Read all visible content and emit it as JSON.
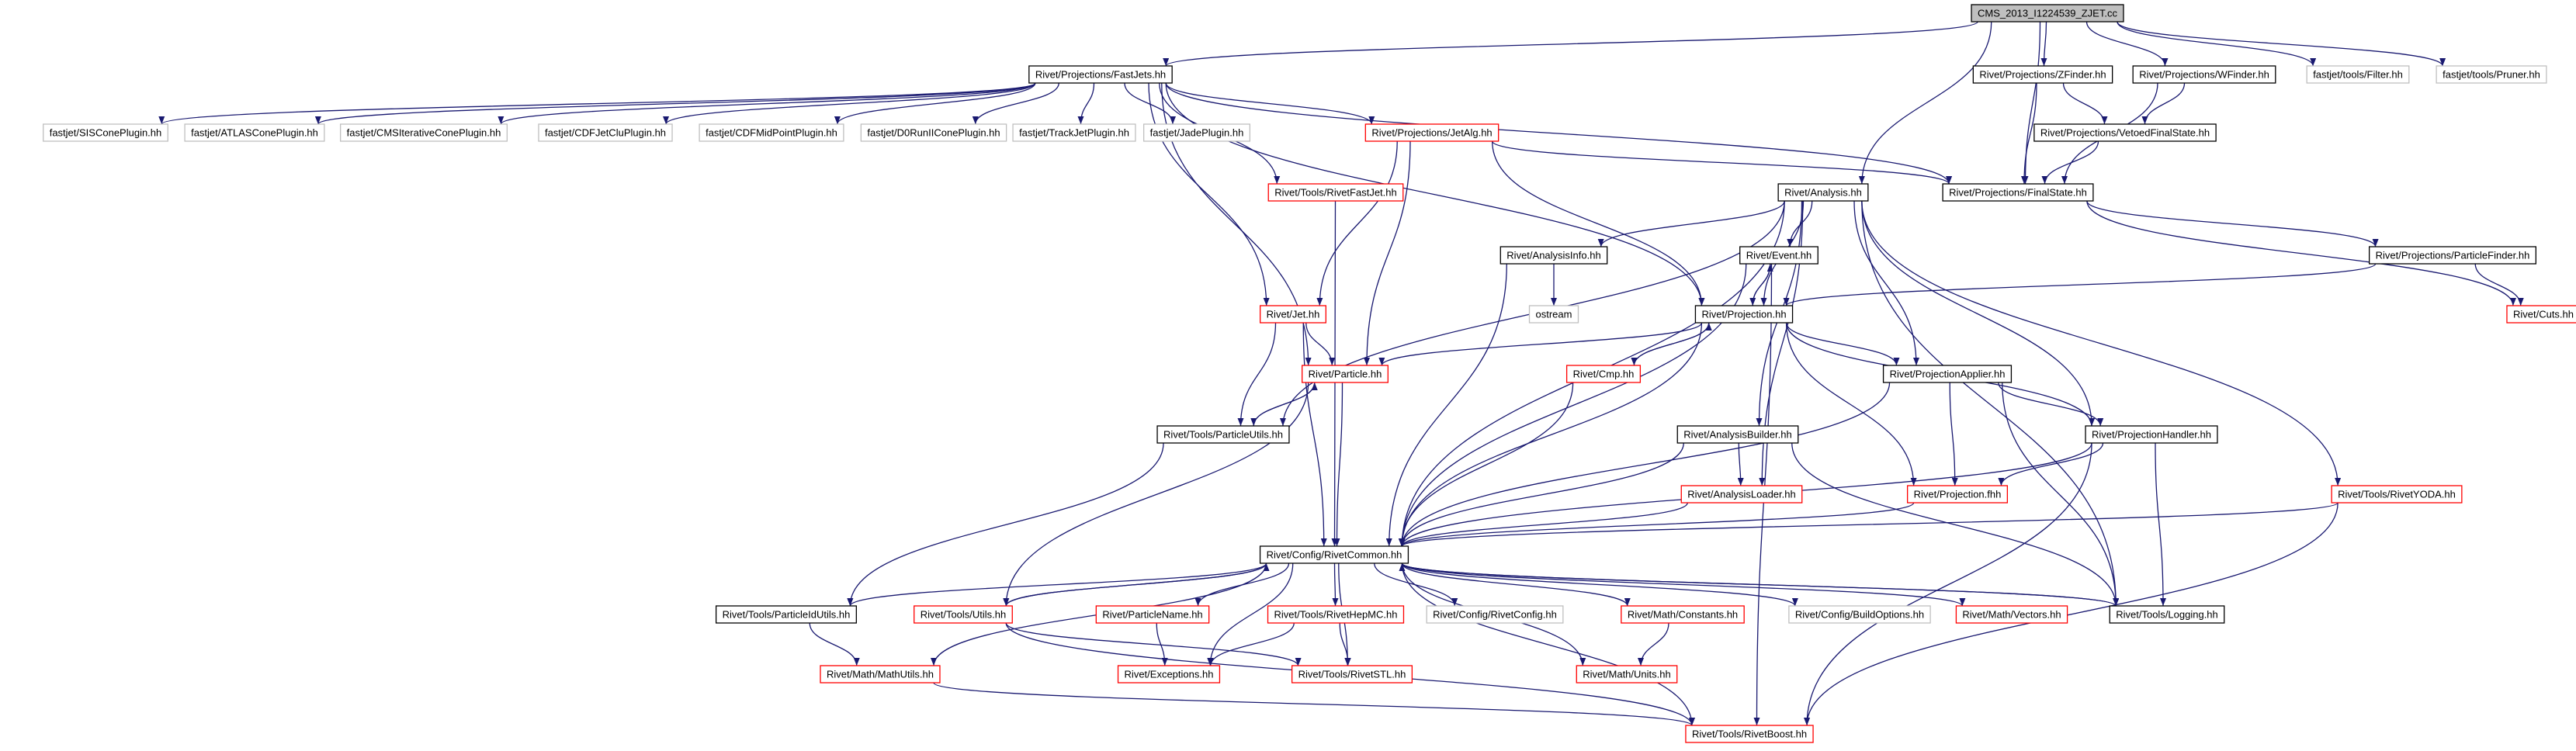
{
  "colors": {
    "edge": "#191970",
    "boxed": "#000000",
    "missing": "#bfbfbf",
    "red": "#ff0000",
    "root_fill": "#bfbfbf"
  },
  "nodes": [
    {
      "id": "root",
      "label": "CMS_2013_I1224539_ZJET.cc",
      "style": "root"
    },
    {
      "id": "fastjets",
      "label": "Rivet/Projections/FastJets.hh",
      "style": "black"
    },
    {
      "id": "zfinder",
      "label": "Rivet/Projections/ZFinder.hh",
      "style": "black"
    },
    {
      "id": "wfinder",
      "label": "Rivet/Projections/WFinder.hh",
      "style": "black"
    },
    {
      "id": "filter",
      "label": "fastjet/tools/Filter.hh",
      "style": "gray"
    },
    {
      "id": "pruner",
      "label": "fastjet/tools/Pruner.hh",
      "style": "gray"
    },
    {
      "id": "siscone",
      "label": "fastjet/SISConePlugin.hh",
      "style": "gray"
    },
    {
      "id": "atlascone",
      "label": "fastjet/ATLASConePlugin.hh",
      "style": "gray"
    },
    {
      "id": "cmsiter",
      "label": "fastjet/CMSIterativeConePlugin.hh",
      "style": "gray"
    },
    {
      "id": "cdfjetclu",
      "label": "fastjet/CDFJetCluPlugin.hh",
      "style": "gray"
    },
    {
      "id": "cdfmidpoint",
      "label": "fastjet/CDFMidPointPlugin.hh",
      "style": "gray"
    },
    {
      "id": "d0run2",
      "label": "fastjet/D0RunIIConePlugin.hh",
      "style": "gray"
    },
    {
      "id": "trackjet",
      "label": "fastjet/TrackJetPlugin.hh",
      "style": "gray"
    },
    {
      "id": "jade",
      "label": "fastjet/JadePlugin.hh",
      "style": "gray"
    },
    {
      "id": "jetalg",
      "label": "Rivet/Projections/JetAlg.hh",
      "style": "red"
    },
    {
      "id": "vetoedfs",
      "label": "Rivet/Projections/VetoedFinalState.hh",
      "style": "black"
    },
    {
      "id": "rivetfastjet",
      "label": "Rivet/Tools/RivetFastJet.hh",
      "style": "red"
    },
    {
      "id": "analysis",
      "label": "Rivet/Analysis.hh",
      "style": "black"
    },
    {
      "id": "finalstate",
      "label": "Rivet/Projections/FinalState.hh",
      "style": "black"
    },
    {
      "id": "event",
      "label": "Rivet/Event.hh",
      "style": "black"
    },
    {
      "id": "analysisinfo",
      "label": "Rivet/AnalysisInfo.hh",
      "style": "black"
    },
    {
      "id": "particlefinder",
      "label": "Rivet/Projections/ParticleFinder.hh",
      "style": "black"
    },
    {
      "id": "ostream",
      "label": "ostream",
      "style": "gray"
    },
    {
      "id": "jet",
      "label": "Rivet/Jet.hh",
      "style": "red"
    },
    {
      "id": "projection",
      "label": "Rivet/Projection.hh",
      "style": "black"
    },
    {
      "id": "cuts",
      "label": "Rivet/Cuts.hh",
      "style": "red"
    },
    {
      "id": "particle",
      "label": "Rivet/Particle.hh",
      "style": "red"
    },
    {
      "id": "cmp",
      "label": "Rivet/Cmp.hh",
      "style": "red"
    },
    {
      "id": "projapplier",
      "label": "Rivet/ProjectionApplier.hh",
      "style": "black"
    },
    {
      "id": "particleutils",
      "label": "Rivet/Tools/ParticleUtils.hh",
      "style": "black"
    },
    {
      "id": "analysisbuilder",
      "label": "Rivet/AnalysisBuilder.hh",
      "style": "black"
    },
    {
      "id": "projhandler",
      "label": "Rivet/ProjectionHandler.hh",
      "style": "black"
    },
    {
      "id": "analysisloader",
      "label": "Rivet/AnalysisLoader.hh",
      "style": "red"
    },
    {
      "id": "projfhh",
      "label": "Rivet/Projection.fhh",
      "style": "red"
    },
    {
      "id": "rivetyoda",
      "label": "Rivet/Tools/RivetYODA.hh",
      "style": "red"
    },
    {
      "id": "rivetcommon",
      "label": "Rivet/Config/RivetCommon.hh",
      "style": "black"
    },
    {
      "id": "particleidutils",
      "label": "Rivet/Tools/ParticleIdUtils.hh",
      "style": "black"
    },
    {
      "id": "utils",
      "label": "Rivet/Tools/Utils.hh",
      "style": "red"
    },
    {
      "id": "particlename",
      "label": "Rivet/ParticleName.hh",
      "style": "red"
    },
    {
      "id": "rivethepmc",
      "label": "Rivet/Tools/RivetHepMC.hh",
      "style": "red"
    },
    {
      "id": "rivetconfig",
      "label": "Rivet/Config/RivetConfig.hh",
      "style": "gray"
    },
    {
      "id": "constants",
      "label": "Rivet/Math/Constants.hh",
      "style": "red"
    },
    {
      "id": "buildoptions",
      "label": "Rivet/Config/BuildOptions.hh",
      "style": "gray"
    },
    {
      "id": "vectors",
      "label": "Rivet/Math/Vectors.hh",
      "style": "red"
    },
    {
      "id": "logging",
      "label": "Rivet/Tools/Logging.hh",
      "style": "black"
    },
    {
      "id": "mathutils",
      "label": "Rivet/Math/MathUtils.hh",
      "style": "red"
    },
    {
      "id": "exceptions",
      "label": "Rivet/Exceptions.hh",
      "style": "red"
    },
    {
      "id": "rivetstl",
      "label": "Rivet/Tools/RivetSTL.hh",
      "style": "red"
    },
    {
      "id": "units",
      "label": "Rivet/Math/Units.hh",
      "style": "red"
    },
    {
      "id": "rivetboost",
      "label": "Rivet/Tools/RivetBoost.hh",
      "style": "red"
    }
  ],
  "edges": [
    [
      "root",
      "fastjets"
    ],
    [
      "root",
      "zfinder"
    ],
    [
      "root",
      "wfinder"
    ],
    [
      "root",
      "filter"
    ],
    [
      "root",
      "pruner"
    ],
    [
      "root",
      "analysis"
    ],
    [
      "root",
      "finalstate"
    ],
    [
      "fastjets",
      "siscone"
    ],
    [
      "fastjets",
      "atlascone"
    ],
    [
      "fastjets",
      "cmsiter"
    ],
    [
      "fastjets",
      "cdfjetclu"
    ],
    [
      "fastjets",
      "cdfmidpoint"
    ],
    [
      "fastjets",
      "d0run2"
    ],
    [
      "fastjets",
      "trackjet"
    ],
    [
      "fastjets",
      "jade"
    ],
    [
      "fastjets",
      "jetalg"
    ],
    [
      "fastjets",
      "rivetfastjet"
    ],
    [
      "fastjets",
      "finalstate"
    ],
    [
      "fastjets",
      "jet"
    ],
    [
      "fastjets",
      "particle"
    ],
    [
      "fastjets",
      "projection"
    ],
    [
      "zfinder",
      "vetoedfs"
    ],
    [
      "zfinder",
      "finalstate"
    ],
    [
      "wfinder",
      "vetoedfs"
    ],
    [
      "wfinder",
      "finalstate"
    ],
    [
      "vetoedfs",
      "finalstate"
    ],
    [
      "jetalg",
      "finalstate"
    ],
    [
      "jetalg",
      "jet"
    ],
    [
      "jetalg",
      "particle"
    ],
    [
      "jetalg",
      "projection"
    ],
    [
      "rivetfastjet",
      "rivetcommon"
    ],
    [
      "analysis",
      "event"
    ],
    [
      "analysis",
      "analysisinfo"
    ],
    [
      "analysis",
      "projection"
    ],
    [
      "analysis",
      "projapplier"
    ],
    [
      "analysis",
      "analysisbuilder"
    ],
    [
      "analysis",
      "analysisloader"
    ],
    [
      "analysis",
      "projhandler"
    ],
    [
      "analysis",
      "rivetcommon"
    ],
    [
      "analysis",
      "logging"
    ],
    [
      "analysis",
      "particleutils"
    ],
    [
      "analysis",
      "rivetyoda"
    ],
    [
      "finalstate",
      "particlefinder"
    ],
    [
      "finalstate",
      "cuts"
    ],
    [
      "particlefinder",
      "projection"
    ],
    [
      "particlefinder",
      "cuts"
    ],
    [
      "analysisinfo",
      "ostream"
    ],
    [
      "analysisinfo",
      "rivetcommon"
    ],
    [
      "event",
      "projection"
    ],
    [
      "event",
      "rivetcommon"
    ],
    [
      "event",
      "rivetboost"
    ],
    [
      "projection",
      "event"
    ],
    [
      "projection",
      "particle"
    ],
    [
      "projection",
      "cmp"
    ],
    [
      "projection",
      "projapplier"
    ],
    [
      "projection",
      "projhandler"
    ],
    [
      "projection",
      "projfhh"
    ],
    [
      "projection",
      "rivetcommon"
    ],
    [
      "cmp",
      "projection"
    ],
    [
      "cmp",
      "rivetcommon"
    ],
    [
      "jet",
      "particle"
    ],
    [
      "jet",
      "particleutils"
    ],
    [
      "jet",
      "rivetcommon"
    ],
    [
      "particle",
      "particleutils"
    ],
    [
      "particle",
      "rivetcommon"
    ],
    [
      "particle",
      "utils"
    ],
    [
      "particleutils",
      "particle"
    ],
    [
      "particleutils",
      "particleidutils"
    ],
    [
      "projapplier",
      "projhandler"
    ],
    [
      "projapplier",
      "projfhh"
    ],
    [
      "projapplier",
      "rivetcommon"
    ],
    [
      "projapplier",
      "logging"
    ],
    [
      "projhandler",
      "projfhh"
    ],
    [
      "projhandler",
      "rivetcommon"
    ],
    [
      "projhandler",
      "logging"
    ],
    [
      "projhandler",
      "rivetboost"
    ],
    [
      "analysisbuilder",
      "analysisloader"
    ],
    [
      "analysisbuilder",
      "rivetcommon"
    ],
    [
      "analysisbuilder",
      "logging"
    ],
    [
      "analysisloader",
      "rivetcommon"
    ],
    [
      "projfhh",
      "rivetcommon"
    ],
    [
      "rivetyoda",
      "rivetcommon"
    ],
    [
      "rivetyoda",
      "rivetboost"
    ],
    [
      "rivetcommon",
      "particleidutils"
    ],
    [
      "rivetcommon",
      "utils"
    ],
    [
      "rivetcommon",
      "particlename"
    ],
    [
      "rivetcommon",
      "rivethepmc"
    ],
    [
      "rivetcommon",
      "rivetconfig"
    ],
    [
      "rivetcommon",
      "constants"
    ],
    [
      "rivetcommon",
      "buildoptions"
    ],
    [
      "rivetcommon",
      "vectors"
    ],
    [
      "rivetcommon",
      "logging"
    ],
    [
      "rivetcommon",
      "mathutils"
    ],
    [
      "rivetcommon",
      "exceptions"
    ],
    [
      "rivetcommon",
      "rivetstl"
    ],
    [
      "rivetcommon",
      "units"
    ],
    [
      "rivetcommon",
      "rivetboost"
    ],
    [
      "logging",
      "rivetcommon"
    ],
    [
      "utils",
      "rivetcommon"
    ],
    [
      "particleidutils",
      "mathutils"
    ],
    [
      "utils",
      "rivetboost"
    ],
    [
      "particlename",
      "exceptions"
    ],
    [
      "rivethepmc",
      "exceptions"
    ],
    [
      "rivethepmc",
      "rivetstl"
    ],
    [
      "utils",
      "rivetstl"
    ],
    [
      "constants",
      "units"
    ],
    [
      "mathutils",
      "rivetboost"
    ]
  ]
}
